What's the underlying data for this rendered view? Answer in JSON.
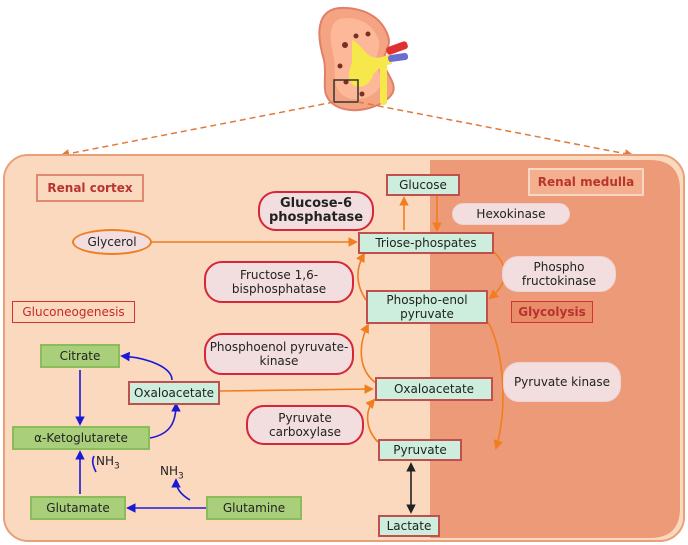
{
  "labels": {
    "renal_cortex": "Renal cortex",
    "renal_medulla": "Renal medulla",
    "gluconeogenesis": "Gluconeogenesis",
    "glycolysis": "Glycolysis"
  },
  "metabolites": {
    "glucose": "Glucose",
    "triose": "Triose-phospates",
    "pep": "Phospho-enol pyruvate",
    "oaa_right": "Oxaloacetate",
    "pyruvate": "Pyruvate",
    "lactate": "Lactate",
    "glycerol": "Glycerol",
    "citrate": "Citrate",
    "oaa_left": "Oxaloacetate",
    "akg": "α-Ketoglutarete",
    "glutamate": "Glutamate",
    "glutamine": "Glutamine"
  },
  "enzymes": {
    "g6p": "Glucose-6 phosphatase",
    "hexokinase": "Hexokinase",
    "fbpase": "Fructose 1,6-bisphosphatase",
    "pfk": "Phospho fructokinase",
    "pepck": "Phosphoenol pyruvate-kinase",
    "pk": "Pyruvate kinase",
    "pc": "Pyruvate carboxylase"
  },
  "nh3": {
    "a": "NH",
    "b": "NH",
    "sub": "3"
  },
  "colors": {
    "cortex": "#fbd9bf",
    "medulla": "#ec9a78",
    "orange": "#f07e1e",
    "blue": "#1a1ad6",
    "red": "#d5263a"
  }
}
